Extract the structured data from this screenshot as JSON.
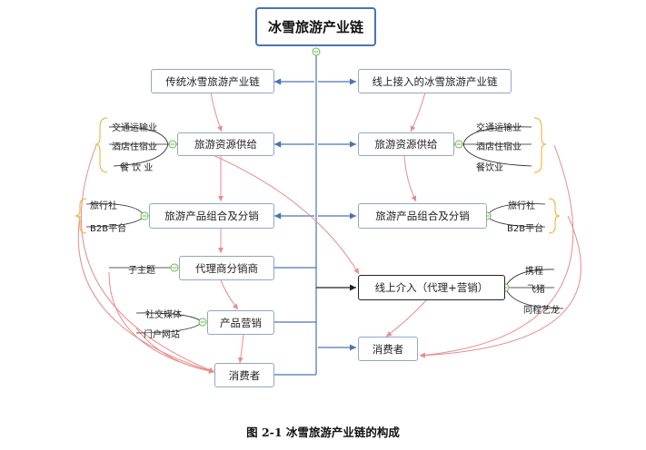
{
  "root": "冰雪旅游产业链",
  "left": {
    "title": "传统冰雪旅游产业链",
    "supply": "旅游资源供给",
    "supply_items": [
      "交通运输业",
      "酒店住宿业",
      "餐 饮 业"
    ],
    "product": "旅游产品组合及分销",
    "product_items": [
      "旅行社",
      "B2B平台"
    ],
    "agency": "代理商分销商",
    "agency_items": [
      "子主题"
    ],
    "marketing": "产品营销",
    "marketing_items": [
      "社交媒体",
      "门户网站"
    ],
    "consumer": "消费者"
  },
  "right": {
    "title": "线上接入的冰雪旅游产业链",
    "supply": "旅游资源供给",
    "supply_items": [
      "交通运输业",
      "酒店住宿业",
      "餐饮业"
    ],
    "product": "旅游产品组合及分销",
    "product_items": [
      "旅行社",
      "B2B平台"
    ],
    "online": "线上介入（代理+营销）",
    "online_items": [
      "携程",
      "飞猪",
      "同程艺龙"
    ],
    "consumer": "消费者"
  },
  "caption": "图 2-1  冰雪旅游产业链的构成",
  "colors": {
    "blue_line": "#4a73b8",
    "red_arrow": "#e88c8c",
    "bracket": "#f0b94a",
    "node_border": "#8fa7c9",
    "collapse_dot": "#66bb44"
  }
}
